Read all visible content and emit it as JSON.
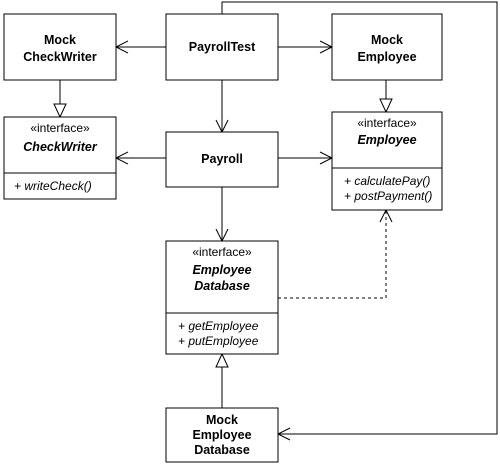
{
  "diagram": {
    "mock_checkwriter": {
      "line1": "Mock",
      "line2": "CheckWriter"
    },
    "payroll_test": {
      "name": "PayrollTest"
    },
    "mock_employee": {
      "line1": "Mock",
      "line2": "Employee"
    },
    "checkwriter": {
      "stereotype": "«interface»",
      "name": "CheckWriter",
      "operations": [
        "+ writeCheck()"
      ]
    },
    "payroll": {
      "name": "Payroll"
    },
    "employee": {
      "stereotype": "«interface»",
      "name": "Employee",
      "operations": [
        "+ calculatePay()",
        "+ postPayment()"
      ]
    },
    "employee_database": {
      "stereotype": "«interface»",
      "name_line1": "Employee",
      "name_line2": "Database",
      "operations": [
        "+ getEmployee",
        "+ putEmployee"
      ]
    },
    "mock_employee_database": {
      "line1": "Mock",
      "line2": "Employee",
      "line3": "Database"
    }
  }
}
